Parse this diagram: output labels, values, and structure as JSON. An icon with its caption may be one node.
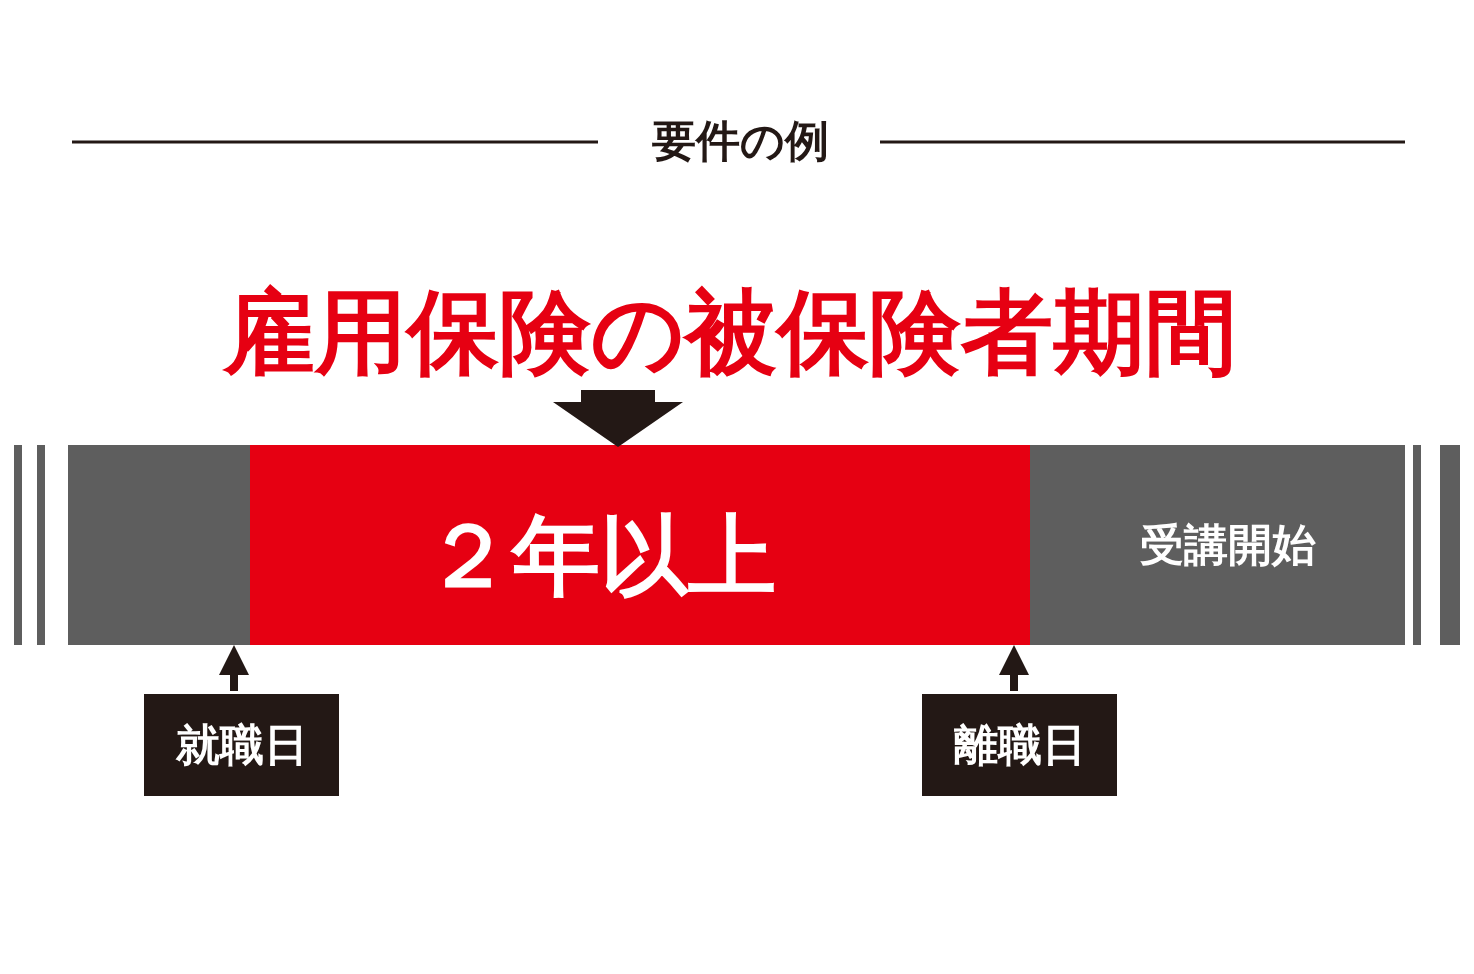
{
  "diagram": {
    "title": "要件の例",
    "nodes": [
      {
        "text": [
          "雇用保険の被保険者期間"
        ]
      },
      {
        "text": [],
        "shape": "bar"
      },
      {
        "text": [
          "２年以上"
        ]
      },
      {
        "text": [
          "受講開始"
        ]
      },
      {
        "text": [
          "就職日"
        ]
      },
      {
        "text": [
          "離職日"
        ]
      }
    ],
    "edges": [
      {
        "from": 0,
        "to": 2,
        "arrow": "to"
      },
      {
        "from": 4,
        "to": 1,
        "arrow": "to"
      },
      {
        "from": 5,
        "to": 2,
        "arrow": "to"
      }
    ]
  }
}
